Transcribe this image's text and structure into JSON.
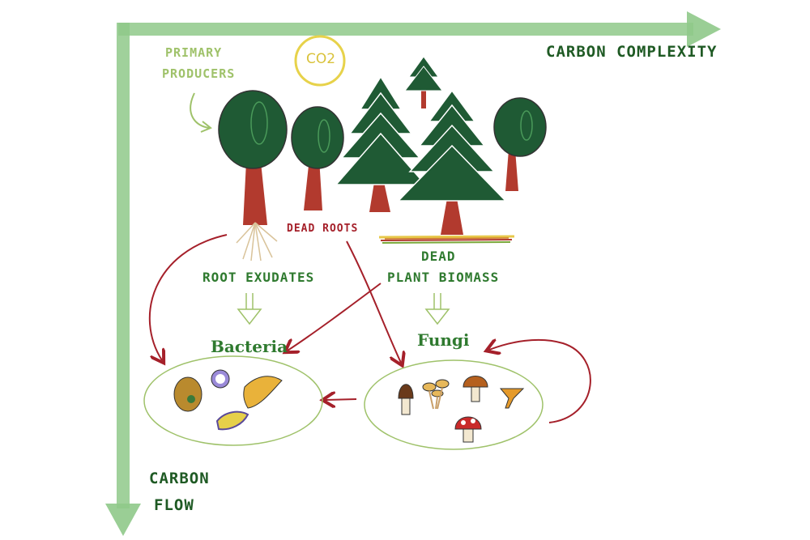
{
  "axes": {
    "x_label": "CARBON COMPLEXITY",
    "y_label_line1": "CARBON",
    "y_label_line2": "FLOW"
  },
  "labels": {
    "primary_producers_line1": "PRIMARY",
    "primary_producers_line2": "PRODUCERS",
    "co2": "CO2",
    "dead_roots": "DEAD ROOTS",
    "root_exudates": "ROOT EXUDATES",
    "dead_plant_biomass_line1": "DEAD",
    "dead_plant_biomass_line2": "PLANT BIOMASS",
    "bacteria": "Bacteria",
    "fungi": "Fungi"
  },
  "colors": {
    "axis_green": "#8fc98a",
    "label_green": "#2f7a2f",
    "arrow_red": "#a5202a",
    "tree_dark": "#1f5a34",
    "trunk": "#b23a2e",
    "co2_circle": "#e7d24a"
  }
}
